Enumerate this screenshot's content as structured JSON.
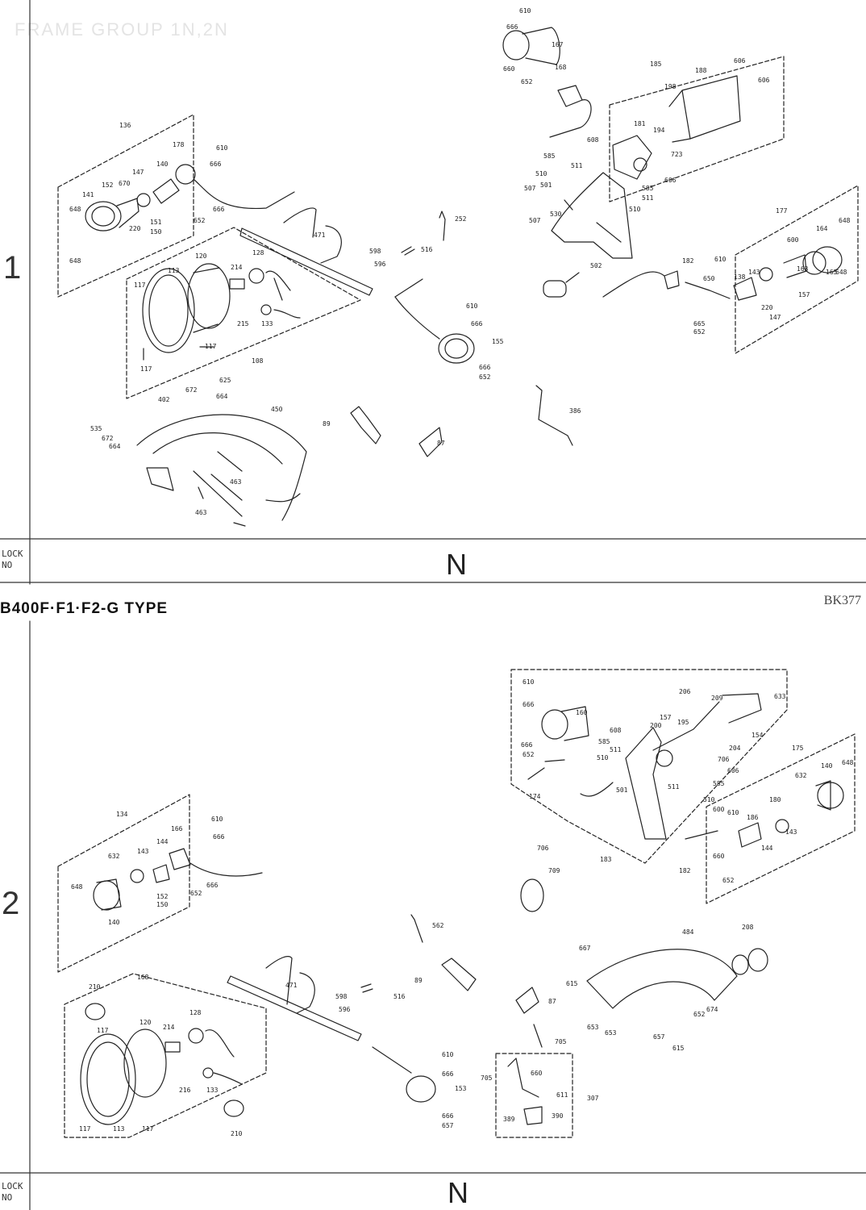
{
  "header": {
    "ghost_title": "FRAME GROUP 1N,2N",
    "type_title": "B400F·F1·F2-G  TYPE",
    "ref_code": "BK377"
  },
  "sections": [
    {
      "number": "1",
      "block_label": "LOCK\nNO",
      "block_value": "N",
      "part_numbers": [
        "610",
        "666",
        "167",
        "168",
        "660",
        "652",
        "185",
        "188",
        "606",
        "606",
        "198",
        "181",
        "194",
        "723",
        "608",
        "585",
        "511",
        "510",
        "507",
        "501",
        "502",
        "530",
        "507",
        "585",
        "511",
        "510",
        "606",
        "182",
        "177",
        "648",
        "600",
        "164",
        "165",
        "650",
        "610",
        "138",
        "143",
        "220",
        "147",
        "163",
        "157",
        "648",
        "665",
        "652",
        "252",
        "598",
        "596",
        "516",
        "610",
        "666",
        "155",
        "666",
        "652",
        "386",
        "625",
        "672",
        "664",
        "402",
        "450",
        "535",
        "672",
        "664",
        "463",
        "463",
        "89",
        "87",
        "136",
        "178",
        "610",
        "666",
        "147",
        "670",
        "140",
        "152",
        "141",
        "648",
        "220",
        "151",
        "150",
        "652",
        "666",
        "648",
        "117",
        "113",
        "120",
        "214",
        "128",
        "471",
        "117",
        "215",
        "133",
        "117",
        "108"
      ]
    },
    {
      "number": "2",
      "block_label": "LOCK\nNO",
      "block_value": "N",
      "part_numbers": [
        "610",
        "666",
        "160",
        "666",
        "652",
        "174",
        "183",
        "206",
        "633",
        "209",
        "157",
        "200",
        "195",
        "154",
        "204",
        "608",
        "585",
        "511",
        "510",
        "501",
        "706",
        "606",
        "511",
        "585",
        "510",
        "175",
        "632",
        "140",
        "648",
        "180",
        "186",
        "610",
        "600",
        "143",
        "144",
        "660",
        "652",
        "182",
        "706",
        "709",
        "134",
        "610",
        "666",
        "632",
        "143",
        "166",
        "144",
        "648",
        "152",
        "150",
        "652",
        "666",
        "140",
        "562",
        "598",
        "596",
        "516",
        "89",
        "87",
        "667",
        "615",
        "484",
        "208",
        "653",
        "653",
        "657",
        "652",
        "674",
        "615",
        "210",
        "168",
        "117",
        "120",
        "214",
        "128",
        "216",
        "133",
        "117",
        "113",
        "117",
        "210",
        "471",
        "610",
        "666",
        "153",
        "666",
        "657",
        "705",
        "705",
        "660",
        "611",
        "389",
        "390",
        "307"
      ]
    }
  ]
}
